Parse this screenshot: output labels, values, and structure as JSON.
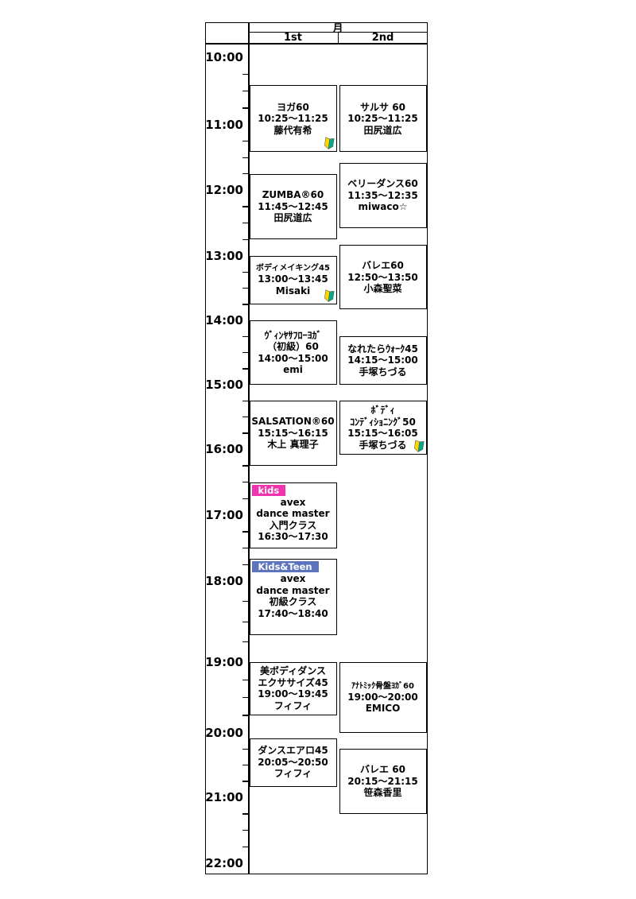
{
  "header": {
    "day": "月",
    "columns": [
      "1st",
      "2nd"
    ]
  },
  "time_axis": {
    "start": "10:00",
    "end": "22:00",
    "hour_labels": [
      "10:00",
      "11:00",
      "12:00",
      "13:00",
      "14:00",
      "15:00",
      "16:00",
      "17:00",
      "18:00",
      "19:00",
      "20:00",
      "21:00",
      "22:00"
    ]
  },
  "colors": {
    "kids_badge": "#f233ae",
    "kids_teen_badge": "#5b74bd",
    "beginner_yellow": "#ffd500",
    "beginner_green": "#00ab84",
    "line": "#000000"
  },
  "classes": [
    {
      "column": "1st",
      "start": "10:25",
      "end": "11:25",
      "lines": [
        "ヨガ60",
        "10:25〜11:25",
        "藤代有希"
      ],
      "beginner": true
    },
    {
      "column": "1st",
      "start": "11:45",
      "end": "12:45",
      "lines": [
        "ZUMBA®60",
        "11:45〜12:45",
        "田尻道広"
      ]
    },
    {
      "column": "1st",
      "start": "13:00",
      "end": "13:45",
      "lines": [
        "ボディメイキング45",
        "13:00〜13:45",
        "Misaki"
      ],
      "beginner": true
    },
    {
      "column": "1st",
      "start": "14:00",
      "end": "15:00",
      "lines": [
        "ｳﾞｨﾝﾔｻﾌﾛｰﾖｶﾞ",
        "（初級）60",
        "14:00〜15:00",
        "emi"
      ]
    },
    {
      "column": "1st",
      "start": "15:15",
      "end": "16:15",
      "lines": [
        "SALSATION®60",
        "15:15〜16:15",
        "木上 真理子"
      ]
    },
    {
      "column": "1st",
      "start": "16:30",
      "end": "17:30",
      "badge": {
        "label": "kids",
        "color_key": "kids_badge"
      },
      "lines": [
        "avex",
        "dance master",
        "入門クラス",
        "16:30〜17:30"
      ]
    },
    {
      "column": "1st",
      "start": "17:40",
      "end": "18:40",
      "badge": {
        "label": "Kids&Teen",
        "color_key": "kids_teen_badge"
      },
      "lines": [
        "avex",
        "dance master",
        "初級クラス",
        "17:40〜18:40"
      ]
    },
    {
      "column": "1st",
      "start": "19:00",
      "end": "19:45",
      "lines": [
        "美ボディダンス",
        "エクササイズ45",
        "19:00〜19:45",
        "フィフィ"
      ]
    },
    {
      "column": "1st",
      "start": "20:05",
      "end": "20:50",
      "lines": [
        "ダンスエアロ45",
        "20:05〜20:50",
        "フィフィ"
      ]
    },
    {
      "column": "2nd",
      "start": "10:25",
      "end": "11:25",
      "lines": [
        "サルサ 60",
        "10:25〜11:25",
        "田尻道広"
      ]
    },
    {
      "column": "2nd",
      "start": "11:35",
      "end": "12:35",
      "lines": [
        "ベリーダンス60",
        "11:35〜12:35",
        "miwaco☆"
      ]
    },
    {
      "column": "2nd",
      "start": "12:50",
      "end": "13:50",
      "lines": [
        "バレエ60",
        "12:50〜13:50",
        "小森聖菜"
      ]
    },
    {
      "column": "2nd",
      "start": "14:15",
      "end": "15:00",
      "lines": [
        "なれたらｳｫｰｸ45",
        "14:15〜15:00",
        "手塚ちづる"
      ]
    },
    {
      "column": "2nd",
      "start": "15:15",
      "end": "16:05",
      "lines": [
        "ﾎﾞﾃﾞｨ",
        "ｺﾝﾃﾞｨｼｮﾆﾝｸﾞ50",
        "15:15〜16:05",
        "手塚ちづる"
      ],
      "beginner": true
    },
    {
      "column": "2nd",
      "start": "19:00",
      "end": "20:00",
      "lines": [
        "ｱﾅﾄﾐｯｸ骨盤ﾖｶﾞ60",
        "19:00〜20:00",
        "EMICO"
      ]
    },
    {
      "column": "2nd",
      "start": "20:15",
      "end": "21:15",
      "lines": [
        "バレエ 60",
        "20:15〜21:15",
        "笹森香里"
      ]
    }
  ]
}
